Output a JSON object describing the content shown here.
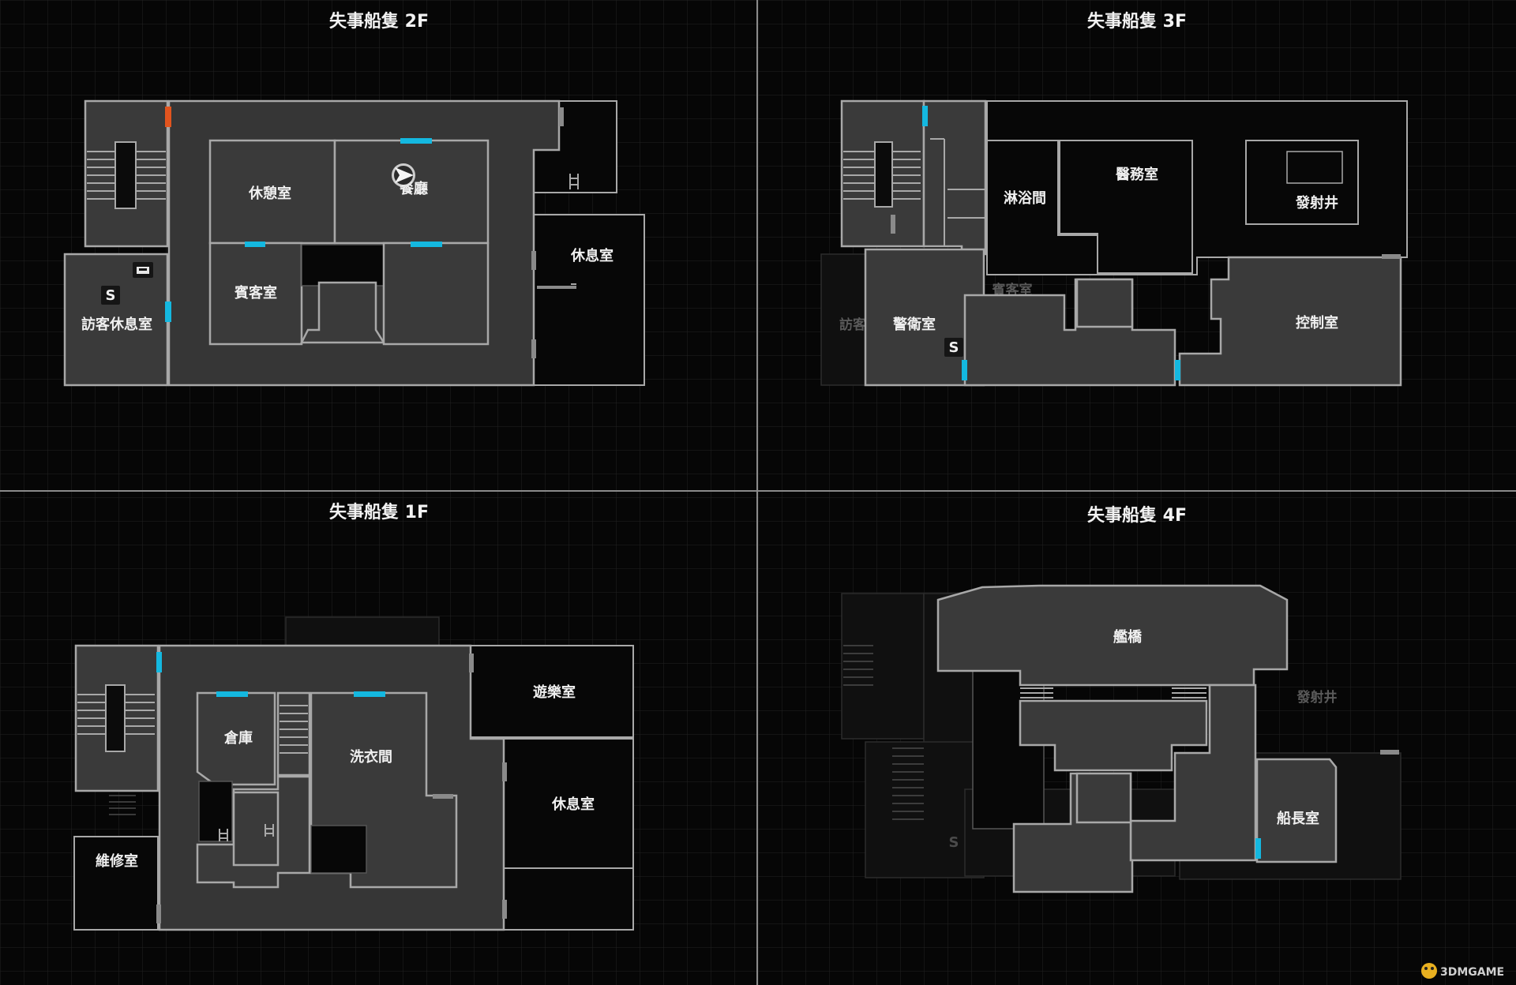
{
  "map": {
    "floors": {
      "f2": {
        "title": "失事船隻 2F",
        "rooms": {
          "lounge": "休憩室",
          "dining": "餐廳",
          "guest_room": "賓客室",
          "visitor_lounge": "訪客休息室",
          "rest_room": "休息室"
        },
        "save_marker": "S"
      },
      "f3": {
        "title": "失事船隻 3F",
        "rooms": {
          "shower": "淋浴間",
          "medical": "醫務室",
          "launch_shaft": "發射井",
          "guard_room": "警衛室",
          "control_room": "控制室",
          "visitor_ghost": "訪客",
          "guest_ghost": "賓客室"
        },
        "save_marker": "S"
      },
      "f1": {
        "title": "失事船隻 1F",
        "rooms": {
          "storage": "倉庫",
          "laundry": "洗衣間",
          "recreation": "遊樂室",
          "rest_room": "休息室",
          "maintenance": "維修室"
        }
      },
      "f4": {
        "title": "失事船隻 4F",
        "rooms": {
          "bridge": "艦橋",
          "launch_shaft_ghost": "發射井",
          "captain_room": "船長室"
        },
        "save_marker": "S"
      }
    },
    "legend_icons": [
      "player-position-icon",
      "typewriter-icon",
      "save-point-icon"
    ],
    "colors": {
      "background": "#060606",
      "grid": "#242424",
      "room_fill": "#3a3a3a",
      "wall": "#a8a8a8",
      "door_unlocked": "#14b8e0",
      "door_locked": "#e2541e"
    }
  },
  "watermark": {
    "text": "3DMGAME"
  }
}
